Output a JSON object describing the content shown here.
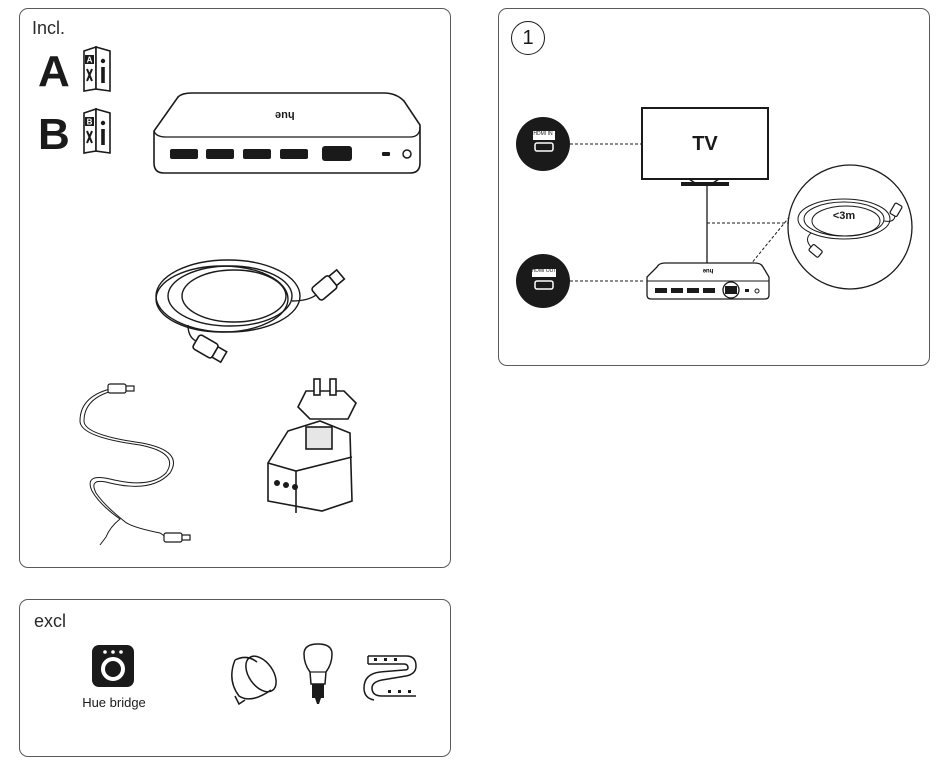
{
  "included": {
    "title": "Incl.",
    "manual_a_letter": "A",
    "manual_b_letter": "B",
    "device_brand_mark": "hue"
  },
  "step": {
    "number": "1",
    "tv_label": "TV",
    "hdmi_in_label": "HDMI IN",
    "hdmi_out_label": "HDMI OUT",
    "cable_length_label": "<3m"
  },
  "excluded": {
    "title": "excl",
    "bridge_label": "Hue bridge"
  }
}
